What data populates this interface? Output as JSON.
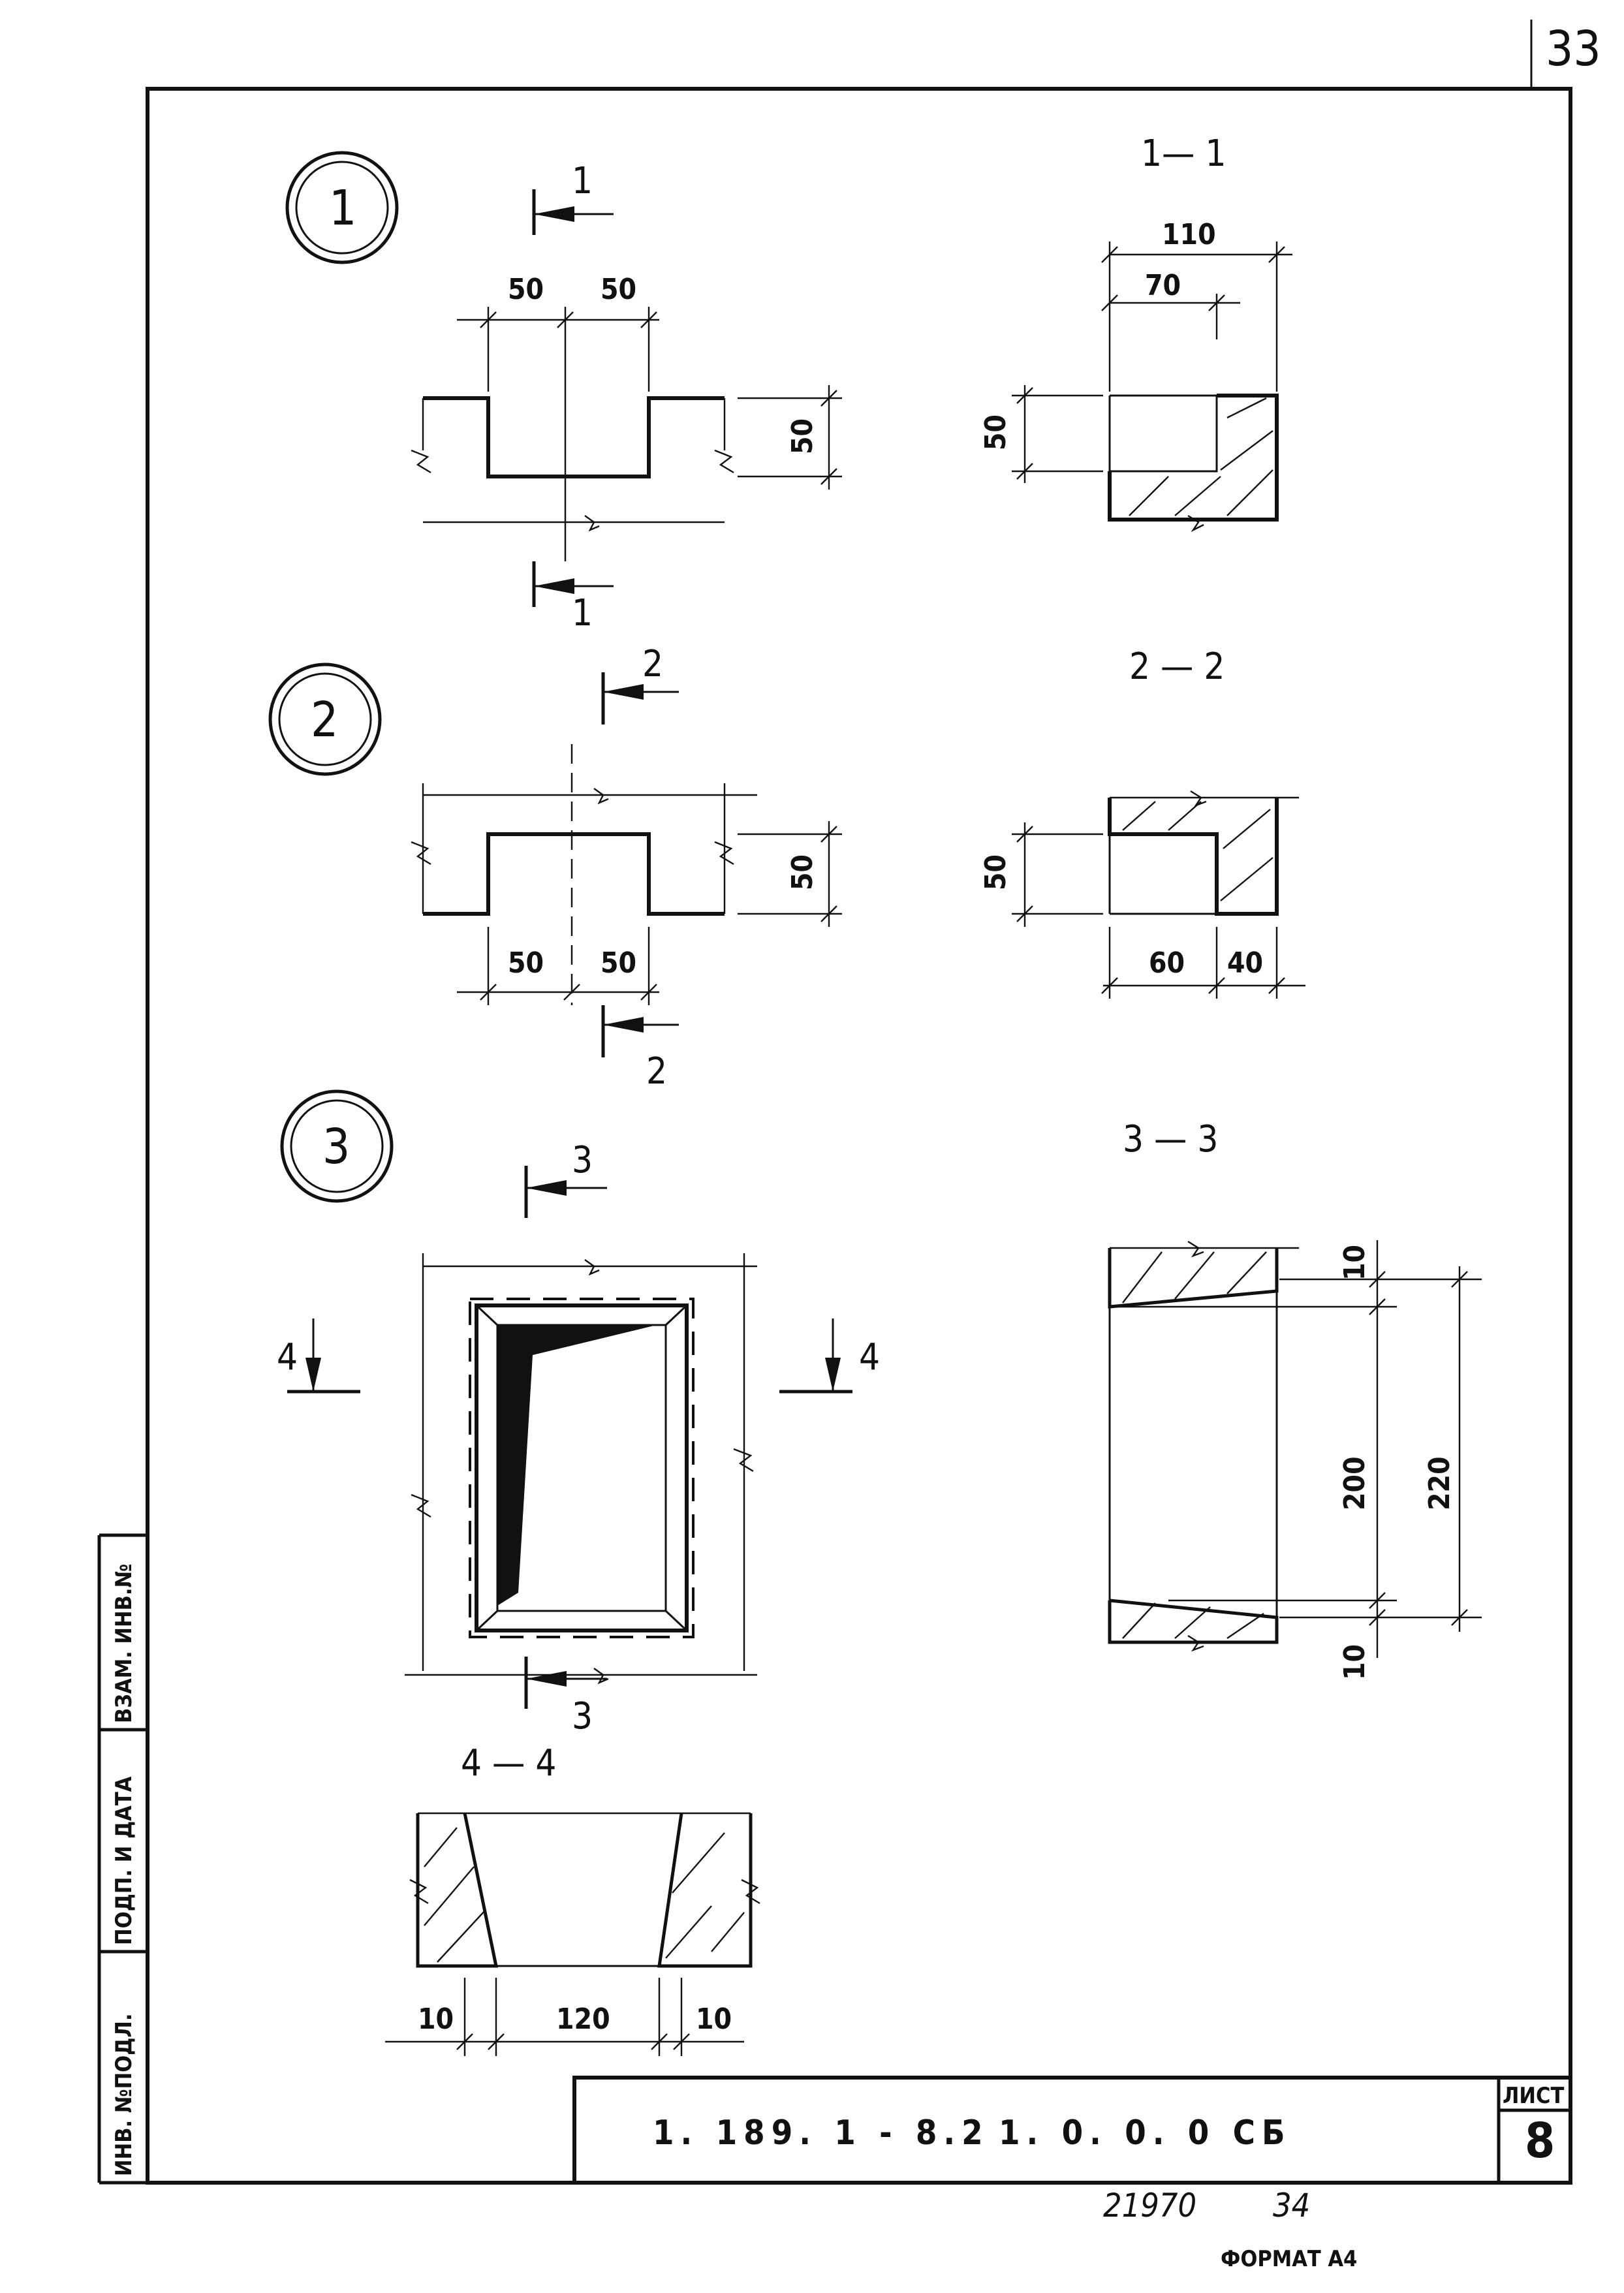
{
  "page_number": "33",
  "callouts": {
    "c1": "1",
    "c2": "2",
    "c3": "3"
  },
  "cut_marks": {
    "n1": "1",
    "n2": "2",
    "n3": "3",
    "n4": "4"
  },
  "section_titles": {
    "s11": "1— 1",
    "s22": "2 — 2",
    "s33": "3 — 3",
    "s44": "4 — 4"
  },
  "dimensions": {
    "d50": "50",
    "d110": "110",
    "d70": "70",
    "d60": "60",
    "d40": "40",
    "d10": "10",
    "d200": "200",
    "d220": "220",
    "d120": "120"
  },
  "side_stamp": {
    "inv_podl": "ИНВ. №ПОДЛ.",
    "podp_data": "ПОДП. И ДАТА",
    "vzam_inv": "ВЗАМ. ИНВ.№"
  },
  "title_block": {
    "designation": "1. 189. 1 - 8.2",
    "code": "1. 0. 0. 0 СБ",
    "sheet_label": "ЛИСТ",
    "sheet_number": "8"
  },
  "footer": {
    "archive": "21970",
    "archive_page": "34",
    "format": "ФОРМАТ А4"
  }
}
